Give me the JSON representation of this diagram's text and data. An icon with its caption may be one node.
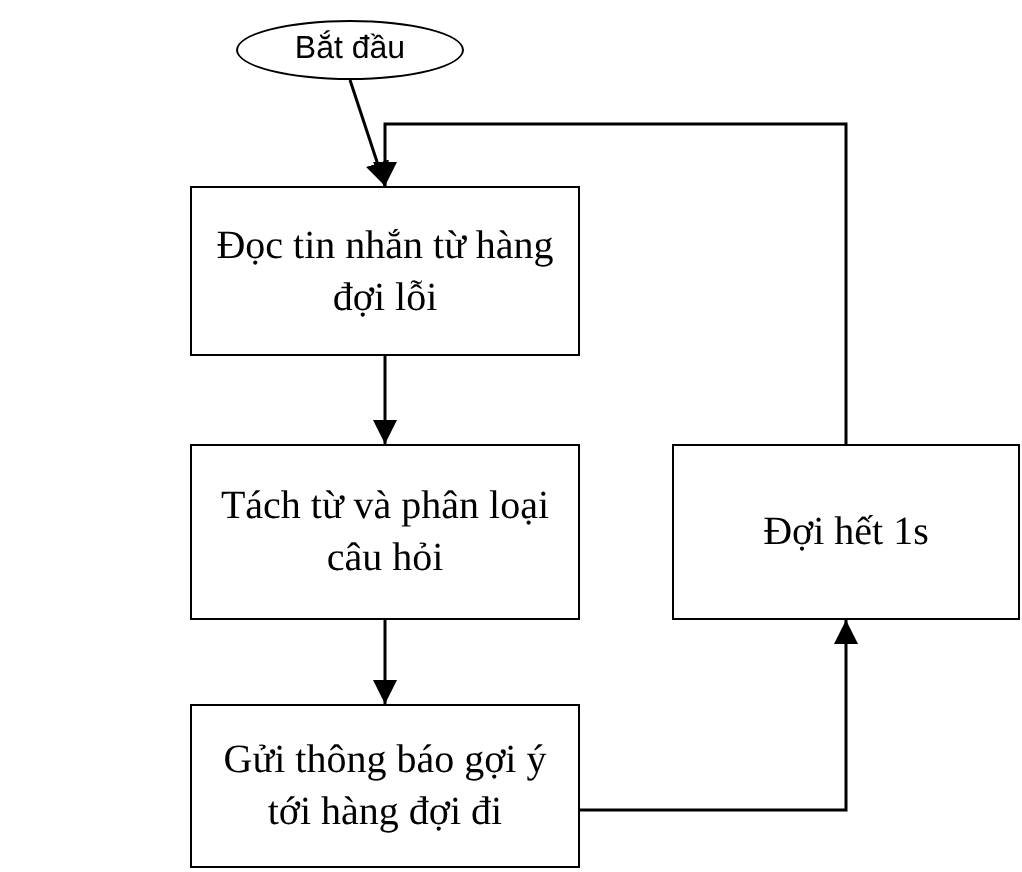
{
  "diagram": {
    "nodes": [
      {
        "text": [
          "Bắt đầu"
        ]
      },
      {
        "text": [
          "Đọc tin nhắn từ hàng đợi lỗi"
        ]
      },
      {
        "text": [
          "Tách từ và phân loại câu hỏi"
        ]
      },
      {
        "text": [
          "Gửi thông báo gợi ý tới hàng đợi đi"
        ]
      },
      {
        "text": [
          "Đợi hết 1s"
        ]
      }
    ],
    "edges": [
      {
        "from": 0,
        "to": 1,
        "arrow": "to"
      },
      {
        "from": 1,
        "to": 2,
        "arrow": "to"
      },
      {
        "from": 2,
        "to": 3,
        "arrow": "to"
      },
      {
        "from": 3,
        "to": 4,
        "arrow": "to"
      },
      {
        "from": 4,
        "to": 1,
        "arrow": "to"
      }
    ]
  }
}
